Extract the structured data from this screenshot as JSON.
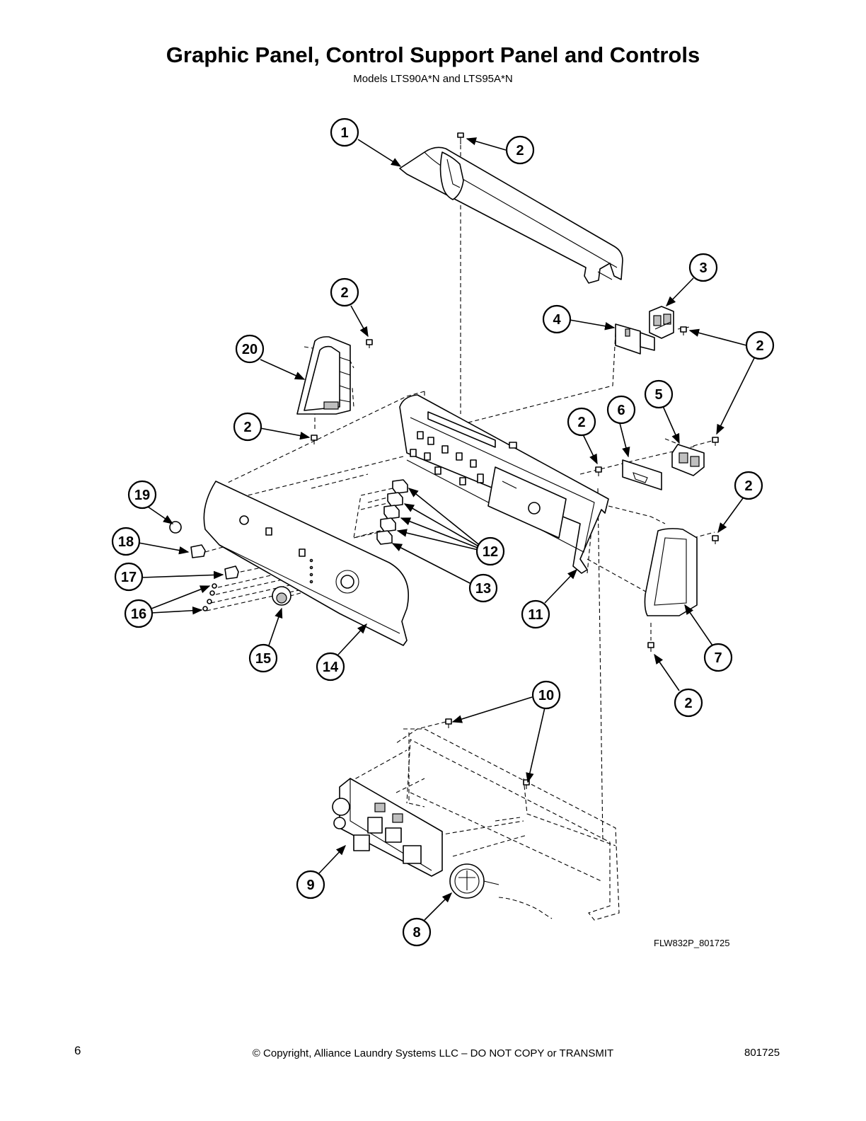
{
  "header": {
    "title": "Graphic Panel, Control Support Panel and Controls",
    "subtitle": "Models LTS90A*N and LTS95A*N"
  },
  "figure": {
    "id": "FLW832P_801725",
    "callouts": [
      {
        "label": "1"
      },
      {
        "label": "2"
      },
      {
        "label": "3"
      },
      {
        "label": "4"
      },
      {
        "label": "2"
      },
      {
        "label": "2"
      },
      {
        "label": "20"
      },
      {
        "label": "2"
      },
      {
        "label": "6"
      },
      {
        "label": "5"
      },
      {
        "label": "2"
      },
      {
        "label": "2"
      },
      {
        "label": "19"
      },
      {
        "label": "18"
      },
      {
        "label": "12"
      },
      {
        "label": "17"
      },
      {
        "label": "13"
      },
      {
        "label": "16"
      },
      {
        "label": "11"
      },
      {
        "label": "7"
      },
      {
        "label": "15"
      },
      {
        "label": "14"
      },
      {
        "label": "2"
      },
      {
        "label": "10"
      },
      {
        "label": "9"
      },
      {
        "label": "8"
      }
    ]
  },
  "footer": {
    "page_number": "6",
    "copyright": "© Copyright, Alliance Laundry Systems LLC – DO NOT COPY or TRANSMIT",
    "document_number": "801725"
  }
}
